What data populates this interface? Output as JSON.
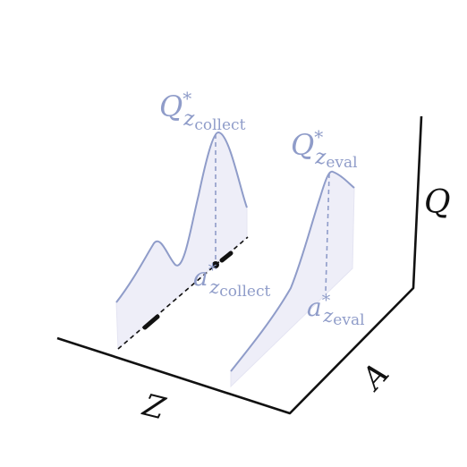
{
  "axes": {
    "z_label": "Z",
    "a_label": "A",
    "q_label": "Q"
  },
  "collect": {
    "q_symbol": "Q",
    "q_star": "*",
    "q_sub": "z",
    "q_subsub": "collect",
    "a_symbol": "a",
    "a_star": "*",
    "a_sub": "z",
    "a_subsub": "collect"
  },
  "eval": {
    "q_symbol": "Q",
    "q_star": "*",
    "q_sub": "z",
    "q_subsub": "eval",
    "a_symbol": "a",
    "a_star": "*",
    "a_sub": "z",
    "a_subsub": "eval"
  },
  "colors": {
    "curve": "#8f9cc9",
    "fill": "#eeeef8",
    "axis": "#111111"
  }
}
